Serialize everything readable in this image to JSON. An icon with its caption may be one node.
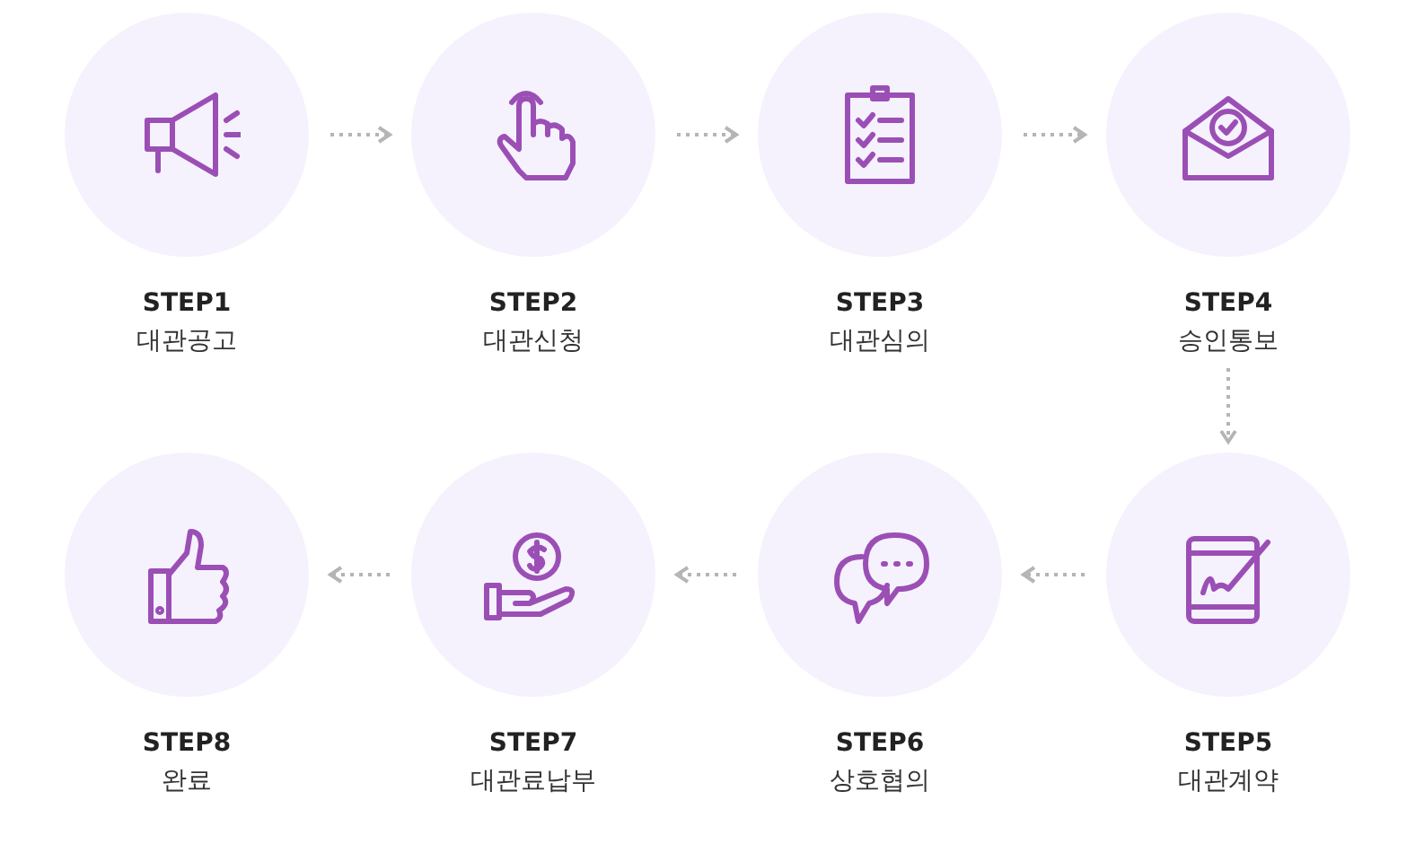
{
  "diagram": {
    "nodes": [
      {
        "text": [
          "STEP1",
          "대관공고"
        ]
      },
      {
        "text": [
          "STEP2",
          "대관신청"
        ]
      },
      {
        "text": [
          "STEP3",
          "대관심의"
        ]
      },
      {
        "text": [
          "STEP4",
          "승인통보"
        ]
      },
      {
        "text": [
          "STEP5",
          "대관계약"
        ]
      },
      {
        "text": [
          "STEP6",
          "상호협의"
        ]
      },
      {
        "text": [
          "STEP7",
          "대관료납부"
        ]
      },
      {
        "text": [
          "STEP8",
          "완료"
        ]
      }
    ],
    "edges": [
      {
        "from": 0,
        "to": 1,
        "arrow": "to",
        "style": "dashed"
      },
      {
        "from": 1,
        "to": 2,
        "arrow": "to",
        "style": "dashed"
      },
      {
        "from": 2,
        "to": 3,
        "arrow": "to",
        "style": "dashed"
      },
      {
        "from": 3,
        "to": 4,
        "arrow": "to",
        "style": "dashed"
      },
      {
        "from": 4,
        "to": 5,
        "arrow": "to",
        "style": "dashed"
      },
      {
        "from": 5,
        "to": 6,
        "arrow": "to",
        "style": "dashed"
      },
      {
        "from": 6,
        "to": 7,
        "arrow": "to",
        "style": "dashed"
      }
    ]
  }
}
